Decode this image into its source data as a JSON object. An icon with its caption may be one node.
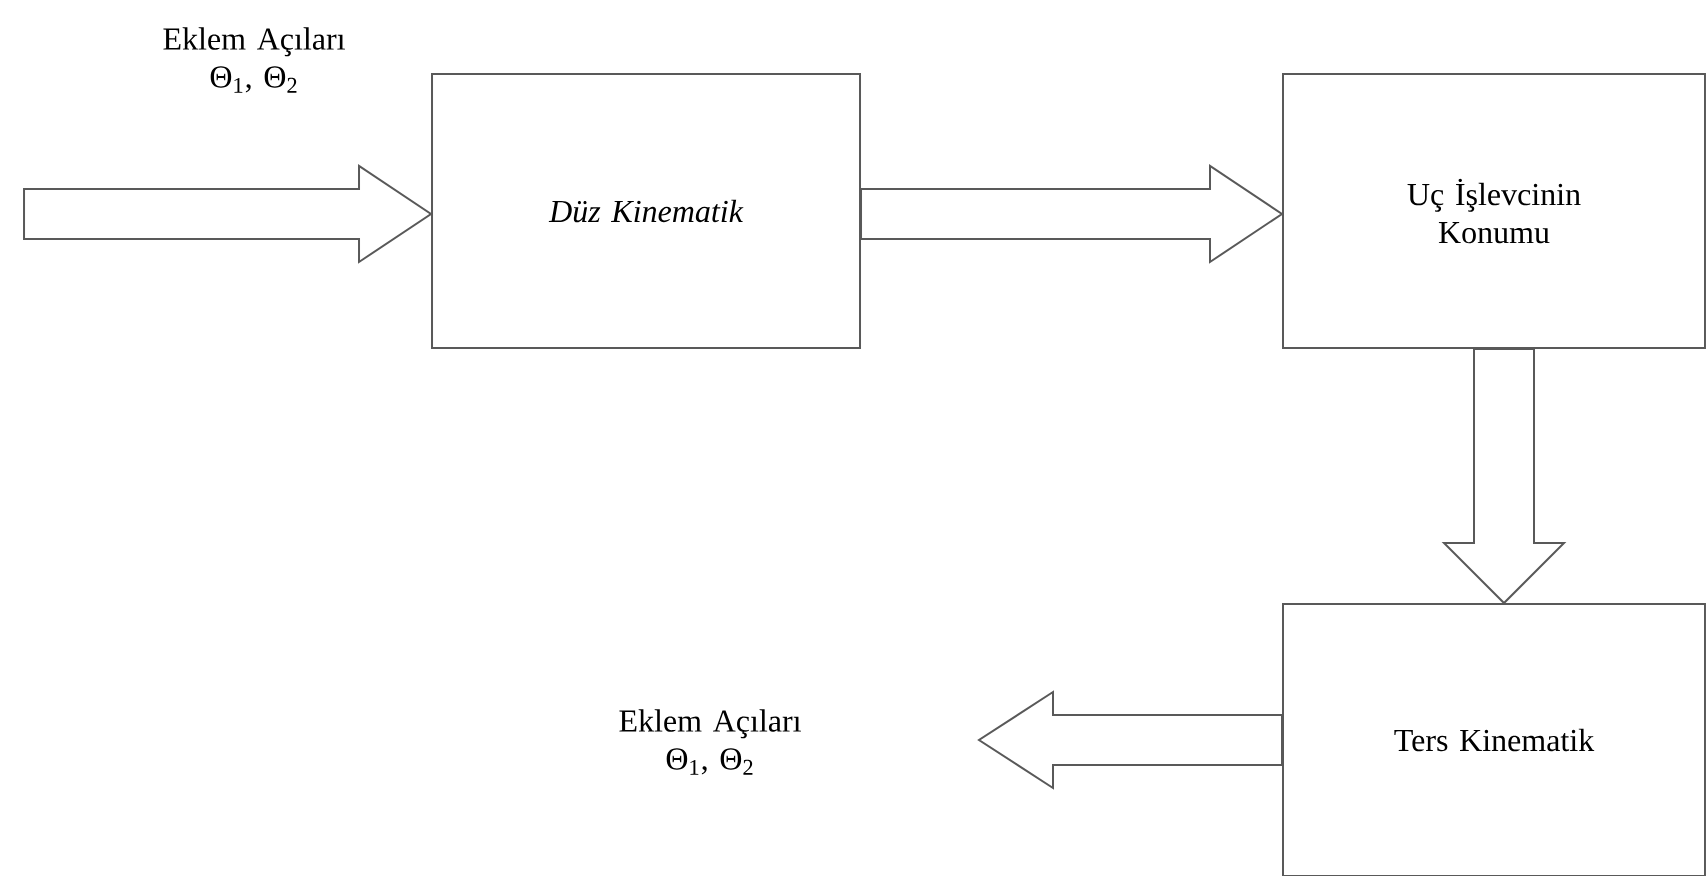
{
  "diagram": {
    "nodes": [
      {
        "text": [
          "Düz Kinematik"
        ]
      },
      {
        "text": [
          "Uç İşlevcinin Konumu"
        ]
      },
      {
        "text": [
          "Ters Kinematik"
        ]
      },
      {
        "text": [
          "Eklem Açıları Θ$_{1}$, Θ$_{2}$"
        ]
      }
    ],
    "edges": [
      {
        "from": null,
        "to": 0,
        "arrow": "to"
      },
      {
        "from": 0,
        "to": 1,
        "arrow": "to"
      },
      {
        "from": 1,
        "to": 2,
        "arrow": "to"
      },
      {
        "from": 2,
        "to": 3,
        "arrow": "to"
      }
    ],
    "labels": [
      "Eklem Açıları Θ$_{1}$, Θ$_{2}$"
    ]
  }
}
